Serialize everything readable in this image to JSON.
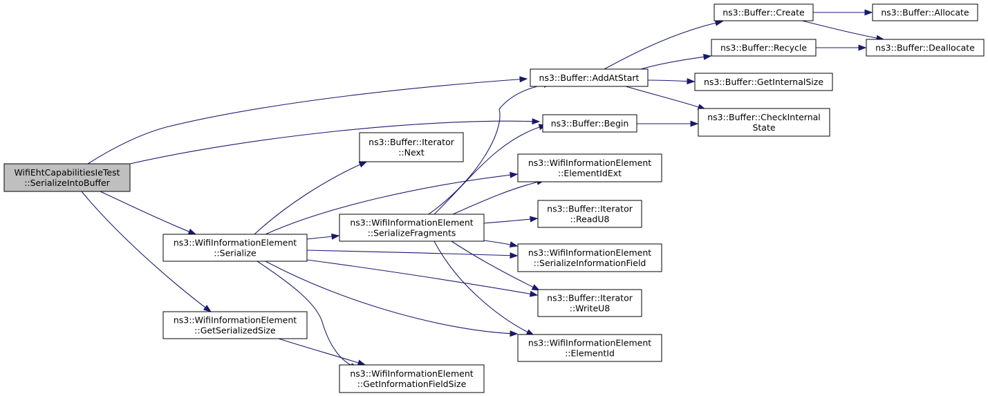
{
  "nodes": [
    {
      "id": "root",
      "lines": [
        "WifiEhtCapabilitiesIeTest",
        "::SerializeIntoBuffer"
      ],
      "root": true
    },
    {
      "id": "wie-serialize",
      "lines": [
        "ns3::WifiInformationElement",
        "::Serialize"
      ]
    },
    {
      "id": "wie-getserializedsize",
      "lines": [
        "ns3::WifiInformationElement",
        "::GetSerializedSize"
      ]
    },
    {
      "id": "iter-next",
      "lines": [
        "ns3::Buffer::Iterator",
        "::Next"
      ]
    },
    {
      "id": "wie-serializefragments",
      "lines": [
        "ns3::WifiInformationElement",
        "::SerializeFragments"
      ]
    },
    {
      "id": "wie-getinformationfieldsize",
      "lines": [
        "ns3::WifiInformationElement",
        "::GetInformationFieldSize"
      ]
    },
    {
      "id": "buf-addatstart",
      "lines": [
        "ns3::Buffer::AddAtStart"
      ]
    },
    {
      "id": "buf-begin",
      "lines": [
        "ns3::Buffer::Begin"
      ]
    },
    {
      "id": "wie-elementidext",
      "lines": [
        "ns3::WifiInformationElement",
        "::ElementIdExt"
      ]
    },
    {
      "id": "iter-readu8",
      "lines": [
        "ns3::Buffer::Iterator",
        "::ReadU8"
      ]
    },
    {
      "id": "wie-serializeinformationfield",
      "lines": [
        "ns3::WifiInformationElement",
        "::SerializeInformationField"
      ]
    },
    {
      "id": "iter-writeu8",
      "lines": [
        "ns3::Buffer::Iterator",
        "::WriteU8"
      ]
    },
    {
      "id": "wie-elementid",
      "lines": [
        "ns3::WifiInformationElement",
        "::ElementId"
      ]
    },
    {
      "id": "buf-create",
      "lines": [
        "ns3::Buffer::Create"
      ]
    },
    {
      "id": "buf-recycle",
      "lines": [
        "ns3::Buffer::Recycle"
      ]
    },
    {
      "id": "buf-getinternalsize",
      "lines": [
        "ns3::Buffer::GetInternalSize"
      ]
    },
    {
      "id": "buf-checkinternalstate",
      "lines": [
        "ns3::Buffer::CheckInternal",
        "State"
      ]
    },
    {
      "id": "buf-allocate",
      "lines": [
        "ns3::Buffer::Allocate"
      ]
    },
    {
      "id": "buf-deallocate",
      "lines": [
        "ns3::Buffer::Deallocate"
      ]
    }
  ],
  "edges": [
    {
      "from": "root",
      "to": "buf-addatstart"
    },
    {
      "from": "root",
      "to": "buf-begin"
    },
    {
      "from": "root",
      "to": "wie-serialize"
    },
    {
      "from": "root",
      "to": "wie-getserializedsize"
    },
    {
      "from": "wie-serialize",
      "to": "iter-next"
    },
    {
      "from": "wie-serialize",
      "to": "wie-elementidext"
    },
    {
      "from": "wie-serialize",
      "to": "wie-serializefragments"
    },
    {
      "from": "wie-serialize",
      "to": "wie-serializeinformationfield"
    },
    {
      "from": "wie-serialize",
      "to": "iter-writeu8"
    },
    {
      "from": "wie-serialize",
      "to": "wie-elementid"
    },
    {
      "from": "wie-serialize",
      "to": "wie-getinformationfieldsize"
    },
    {
      "from": "wie-getserializedsize",
      "to": "wie-getinformationfieldsize"
    },
    {
      "from": "wie-serializefragments",
      "to": "buf-addatstart"
    },
    {
      "from": "wie-serializefragments",
      "to": "buf-begin"
    },
    {
      "from": "wie-serializefragments",
      "to": "wie-elementidext"
    },
    {
      "from": "wie-serializefragments",
      "to": "iter-readu8"
    },
    {
      "from": "wie-serializefragments",
      "to": "wie-serializeinformationfield"
    },
    {
      "from": "wie-serializefragments",
      "to": "iter-writeu8"
    },
    {
      "from": "wie-serializefragments",
      "to": "wie-elementid"
    },
    {
      "from": "buf-addatstart",
      "to": "buf-create"
    },
    {
      "from": "buf-addatstart",
      "to": "buf-recycle"
    },
    {
      "from": "buf-addatstart",
      "to": "buf-getinternalsize"
    },
    {
      "from": "buf-addatstart",
      "to": "buf-checkinternalstate"
    },
    {
      "from": "buf-begin",
      "to": "buf-checkinternalstate"
    },
    {
      "from": "buf-create",
      "to": "buf-allocate"
    },
    {
      "from": "buf-create",
      "to": "buf-deallocate"
    },
    {
      "from": "buf-recycle",
      "to": "buf-deallocate"
    }
  ],
  "colors": {
    "edge": "#191970",
    "node_border": "#000000",
    "node_fill": "#ffffff",
    "root_fill": "#bfbfbf"
  }
}
